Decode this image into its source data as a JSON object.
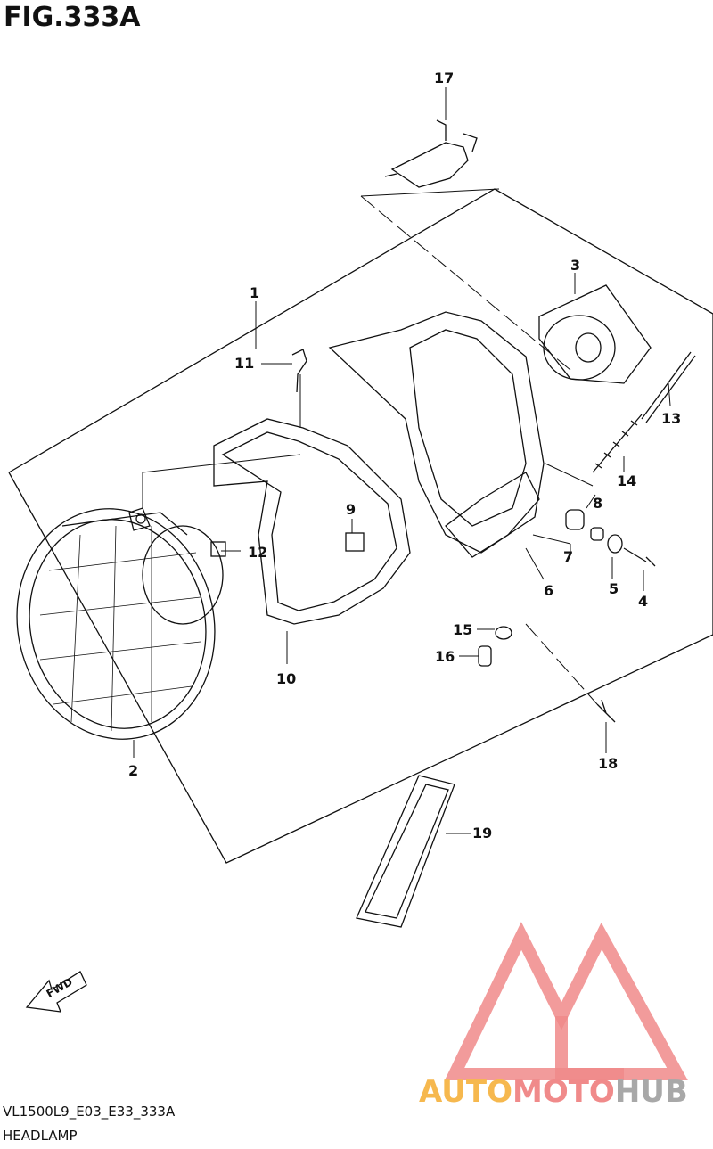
{
  "figure": {
    "title": "FIG.333A"
  },
  "footer": {
    "model_code": "VL1500L9_E03_E33_333A",
    "caption": "HEADLAMP"
  },
  "fwd_label": "FWD",
  "watermark": {
    "part1": "AUTO",
    "part2": "MOTO",
    "part3": "HUB"
  },
  "callouts": [
    {
      "id": "c1",
      "label": "1"
    },
    {
      "id": "c2",
      "label": "2"
    },
    {
      "id": "c3",
      "label": "3"
    },
    {
      "id": "c4",
      "label": "4"
    },
    {
      "id": "c5",
      "label": "5"
    },
    {
      "id": "c6",
      "label": "6"
    },
    {
      "id": "c7",
      "label": "7"
    },
    {
      "id": "c8",
      "label": "8"
    },
    {
      "id": "c9",
      "label": "9"
    },
    {
      "id": "c10",
      "label": "10"
    },
    {
      "id": "c11",
      "label": "11"
    },
    {
      "id": "c12",
      "label": "12"
    },
    {
      "id": "c13",
      "label": "13"
    },
    {
      "id": "c14",
      "label": "14"
    },
    {
      "id": "c15",
      "label": "15"
    },
    {
      "id": "c16",
      "label": "16"
    },
    {
      "id": "c17",
      "label": "17"
    },
    {
      "id": "c18",
      "label": "18"
    },
    {
      "id": "c19",
      "label": "19"
    }
  ],
  "colors": {
    "line": "#111111",
    "watermark_red": "#f08a8a",
    "watermark_orange": "#f6b84e",
    "watermark_gray": "#a8a8a8"
  }
}
